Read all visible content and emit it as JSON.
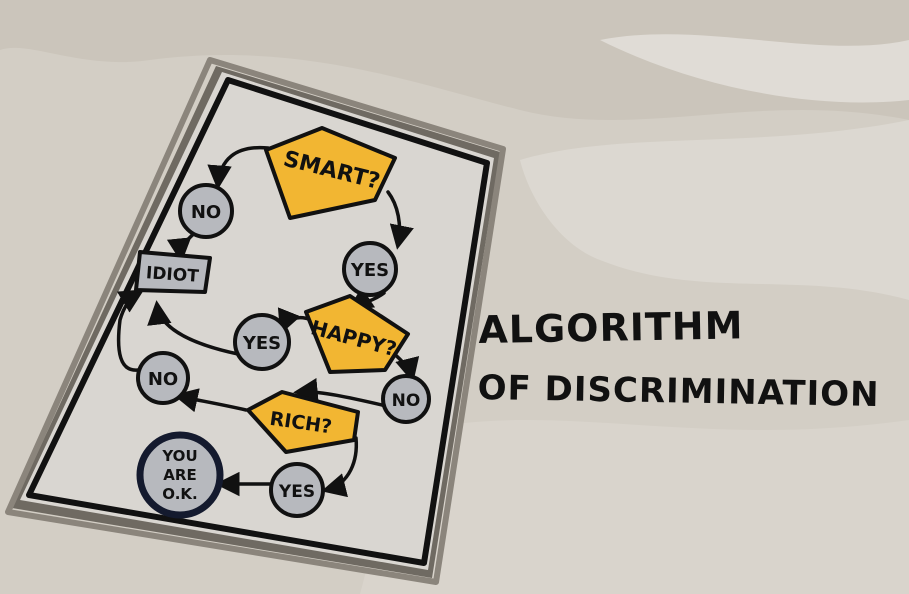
{
  "flowchart": {
    "smart": "SMART?",
    "happy": "HAPPY?",
    "rich": "RICH?",
    "no_1": "NO",
    "yes_1": "YES",
    "idiot": "IDIOT",
    "yes_2": "YES",
    "no_2": "NO",
    "no_3": "NO",
    "yes_3": "YES",
    "ok_line1": "YOU",
    "ok_line2": "ARE",
    "ok_line3": "O.K."
  },
  "caption": {
    "line1": "ALGORITHM",
    "line2": "OF DISCRIMINATION"
  },
  "colors": {
    "decision_fill": "#f2b632",
    "node_fill": "#b7b9be",
    "paper": "#dedbd6",
    "frame": "#77726a",
    "background": "#d3cec5"
  }
}
